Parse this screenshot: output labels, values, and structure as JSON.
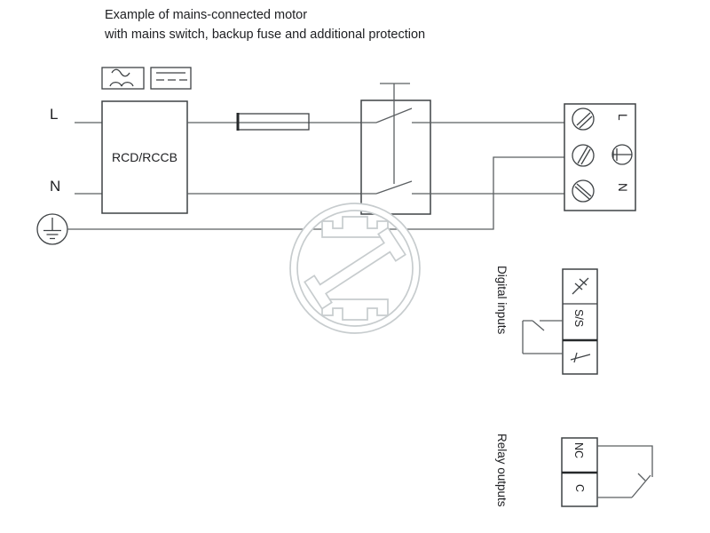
{
  "title": {
    "line1": "Example of mains-connected motor",
    "line2": "with mains switch, backup fuse and additional protection"
  },
  "supply": {
    "l_label": "L",
    "n_label": "N",
    "earth_icon": "protective-earth-circle-icon"
  },
  "rcd_type_markings": [
    "pulsating-dc-symbol",
    "smooth-dc-symbol"
  ],
  "rcd": {
    "label": "RCD/RCCB"
  },
  "fuse": {
    "icon": "fuse-symbol"
  },
  "mains_switch": {
    "icon": "double-pole-switch-symbol"
  },
  "mains_terminals": {
    "terminals": [
      {
        "label": "L",
        "icon": "screw-terminal-icon"
      },
      {
        "icon": "protective-earth-icon"
      },
      {
        "label": "N",
        "icon": "screw-terminal-icon"
      }
    ]
  },
  "digital_inputs": {
    "label": "Digital inputs",
    "terminals": [
      {
        "icon": "digital-signal-icon"
      },
      {
        "label": "S/S"
      },
      {
        "icon": "ground-icon"
      }
    ],
    "switch_icon": "external-contact-symbol"
  },
  "relay_outputs": {
    "label": "Relay outputs",
    "terminals": [
      {
        "label": "NC"
      },
      {
        "label": "C"
      }
    ],
    "switch_icon": "relay-contact-symbol"
  },
  "watermark": {
    "icon": "circular-logo-watermark"
  },
  "colors": {
    "line-color": "#5b5f62",
    "border-color": "#3e4245",
    "text-color": "#202124",
    "watermark-color": "#c7ccce",
    "bg-color": "#ffffff"
  }
}
